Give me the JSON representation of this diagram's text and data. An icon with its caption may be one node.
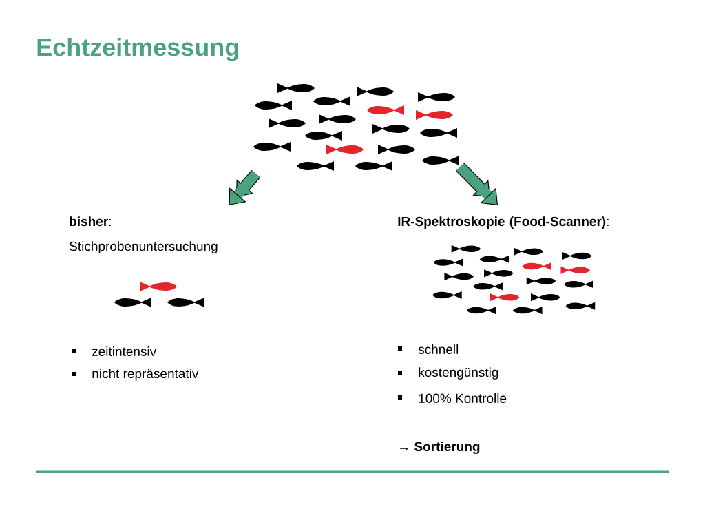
{
  "diagram": {
    "title": "Echtzeitmessung",
    "nodes": [
      {
        "text": [],
        "shape": "picture"
      },
      {
        "text": [
          "**bisher**:",
          "Stichprobenuntersuchung"
        ]
      },
      {
        "text": [
          "**IR-Spektroskopie (Food-Scanner)**:"
        ]
      }
    ],
    "edges": [
      {
        "from": 0,
        "to": 1,
        "arrow": "to"
      },
      {
        "from": 0,
        "to": 2,
        "arrow": "to"
      }
    ],
    "labels": [
      "zeitintensiv",
      "nicht repräsentativ",
      "schnell",
      "kostengünstig",
      "100% Kontrolle",
      "→ Sortierung"
    ]
  }
}
